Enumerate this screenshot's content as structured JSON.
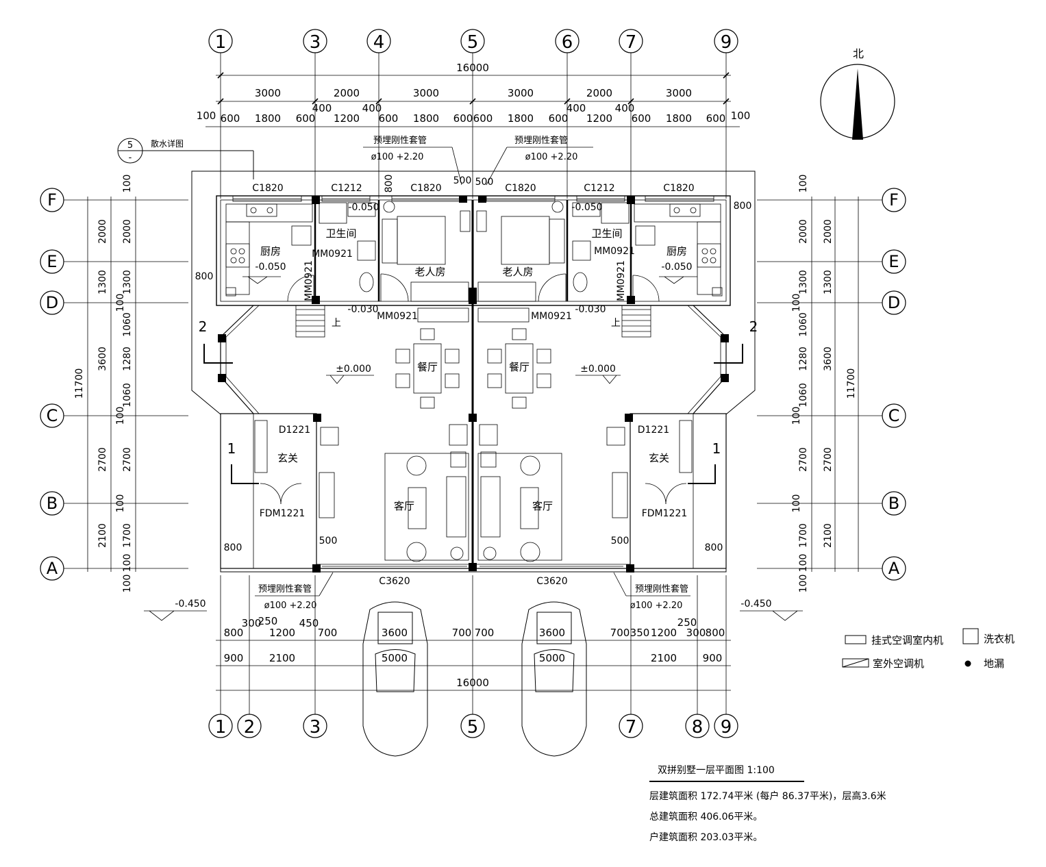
{
  "north_label": "北",
  "axes_top": [
    "1",
    "3",
    "4",
    "5",
    "6",
    "7",
    "9"
  ],
  "axes_bottom": [
    "1",
    "2",
    "3",
    "5",
    "7",
    "8",
    "9"
  ],
  "axes_rows": [
    "F",
    "E",
    "D",
    "C",
    "B",
    "A"
  ],
  "dims_top": {
    "total": "16000",
    "row2": [
      "3000",
      "2000",
      "3000",
      "3000",
      "2000",
      "3000"
    ],
    "row3": [
      "100",
      "600",
      "1800",
      "600",
      "400",
      "1200",
      "400",
      "600",
      "1800",
      "600",
      "600",
      "1800",
      "600",
      "400",
      "1200",
      "400",
      "600",
      "1800",
      "600",
      "100"
    ]
  },
  "dims_bottom": {
    "total": "16000",
    "row1": [
      "800",
      "300",
      "250",
      "1200",
      "450",
      "700",
      "3600",
      "700",
      "700",
      "3600",
      "700",
      "350",
      "1200",
      "250",
      "300",
      "800"
    ],
    "row2": [
      "900",
      "2100",
      "5000",
      "5000",
      "2100",
      "900"
    ]
  },
  "dims_side": {
    "total": "11700",
    "outer": [
      "2000",
      "1300",
      "3600",
      "2700",
      "2100"
    ],
    "inner": [
      "100",
      "2000",
      "1300",
      "100",
      "1060",
      "1280",
      "1060",
      "100",
      "2700",
      "100",
      "1700",
      "100",
      "100"
    ]
  },
  "rooms": {
    "kitchen": "厨房",
    "bathroom": "卫生间",
    "elder_room": "老人房",
    "dining": "餐厅",
    "living": "客厅",
    "foyer": "玄关"
  },
  "elevations": {
    "kitchen": "-0.050",
    "bath": "-0.050",
    "floor": "±0.000",
    "outdoor": "-0.450",
    "step": "-0.030"
  },
  "openings": {
    "C1820": "C1820",
    "C1212": "C1212",
    "MM0921": "MM0921",
    "D1221": "D1221",
    "FDM1221": "FDM1221",
    "C3620": "C3620"
  },
  "annotations": {
    "sleeve": "预埋刚性套管",
    "sleeve_size": "ø100 +2.20",
    "detail_ref": "散水详图",
    "detail_num": "5",
    "detail_sub": "-",
    "stair_up": "上",
    "dim_500": "500",
    "dim_800": "800",
    "section_1": "1",
    "section_2": "2"
  },
  "legend": {
    "ac_indoor": "挂式空调室内机",
    "ac_outdoor": "室外空调机",
    "washer": "洗衣机",
    "drain": "地漏"
  },
  "title_block": {
    "title": "双拼别墅一层平面图  1:100",
    "line1": "层建筑面积 172.74平米 (每户 86.37平米)，层高3.6米",
    "line2": "总建筑面积 406.06平米。",
    "line3": "户建筑面积 203.03平米。"
  }
}
